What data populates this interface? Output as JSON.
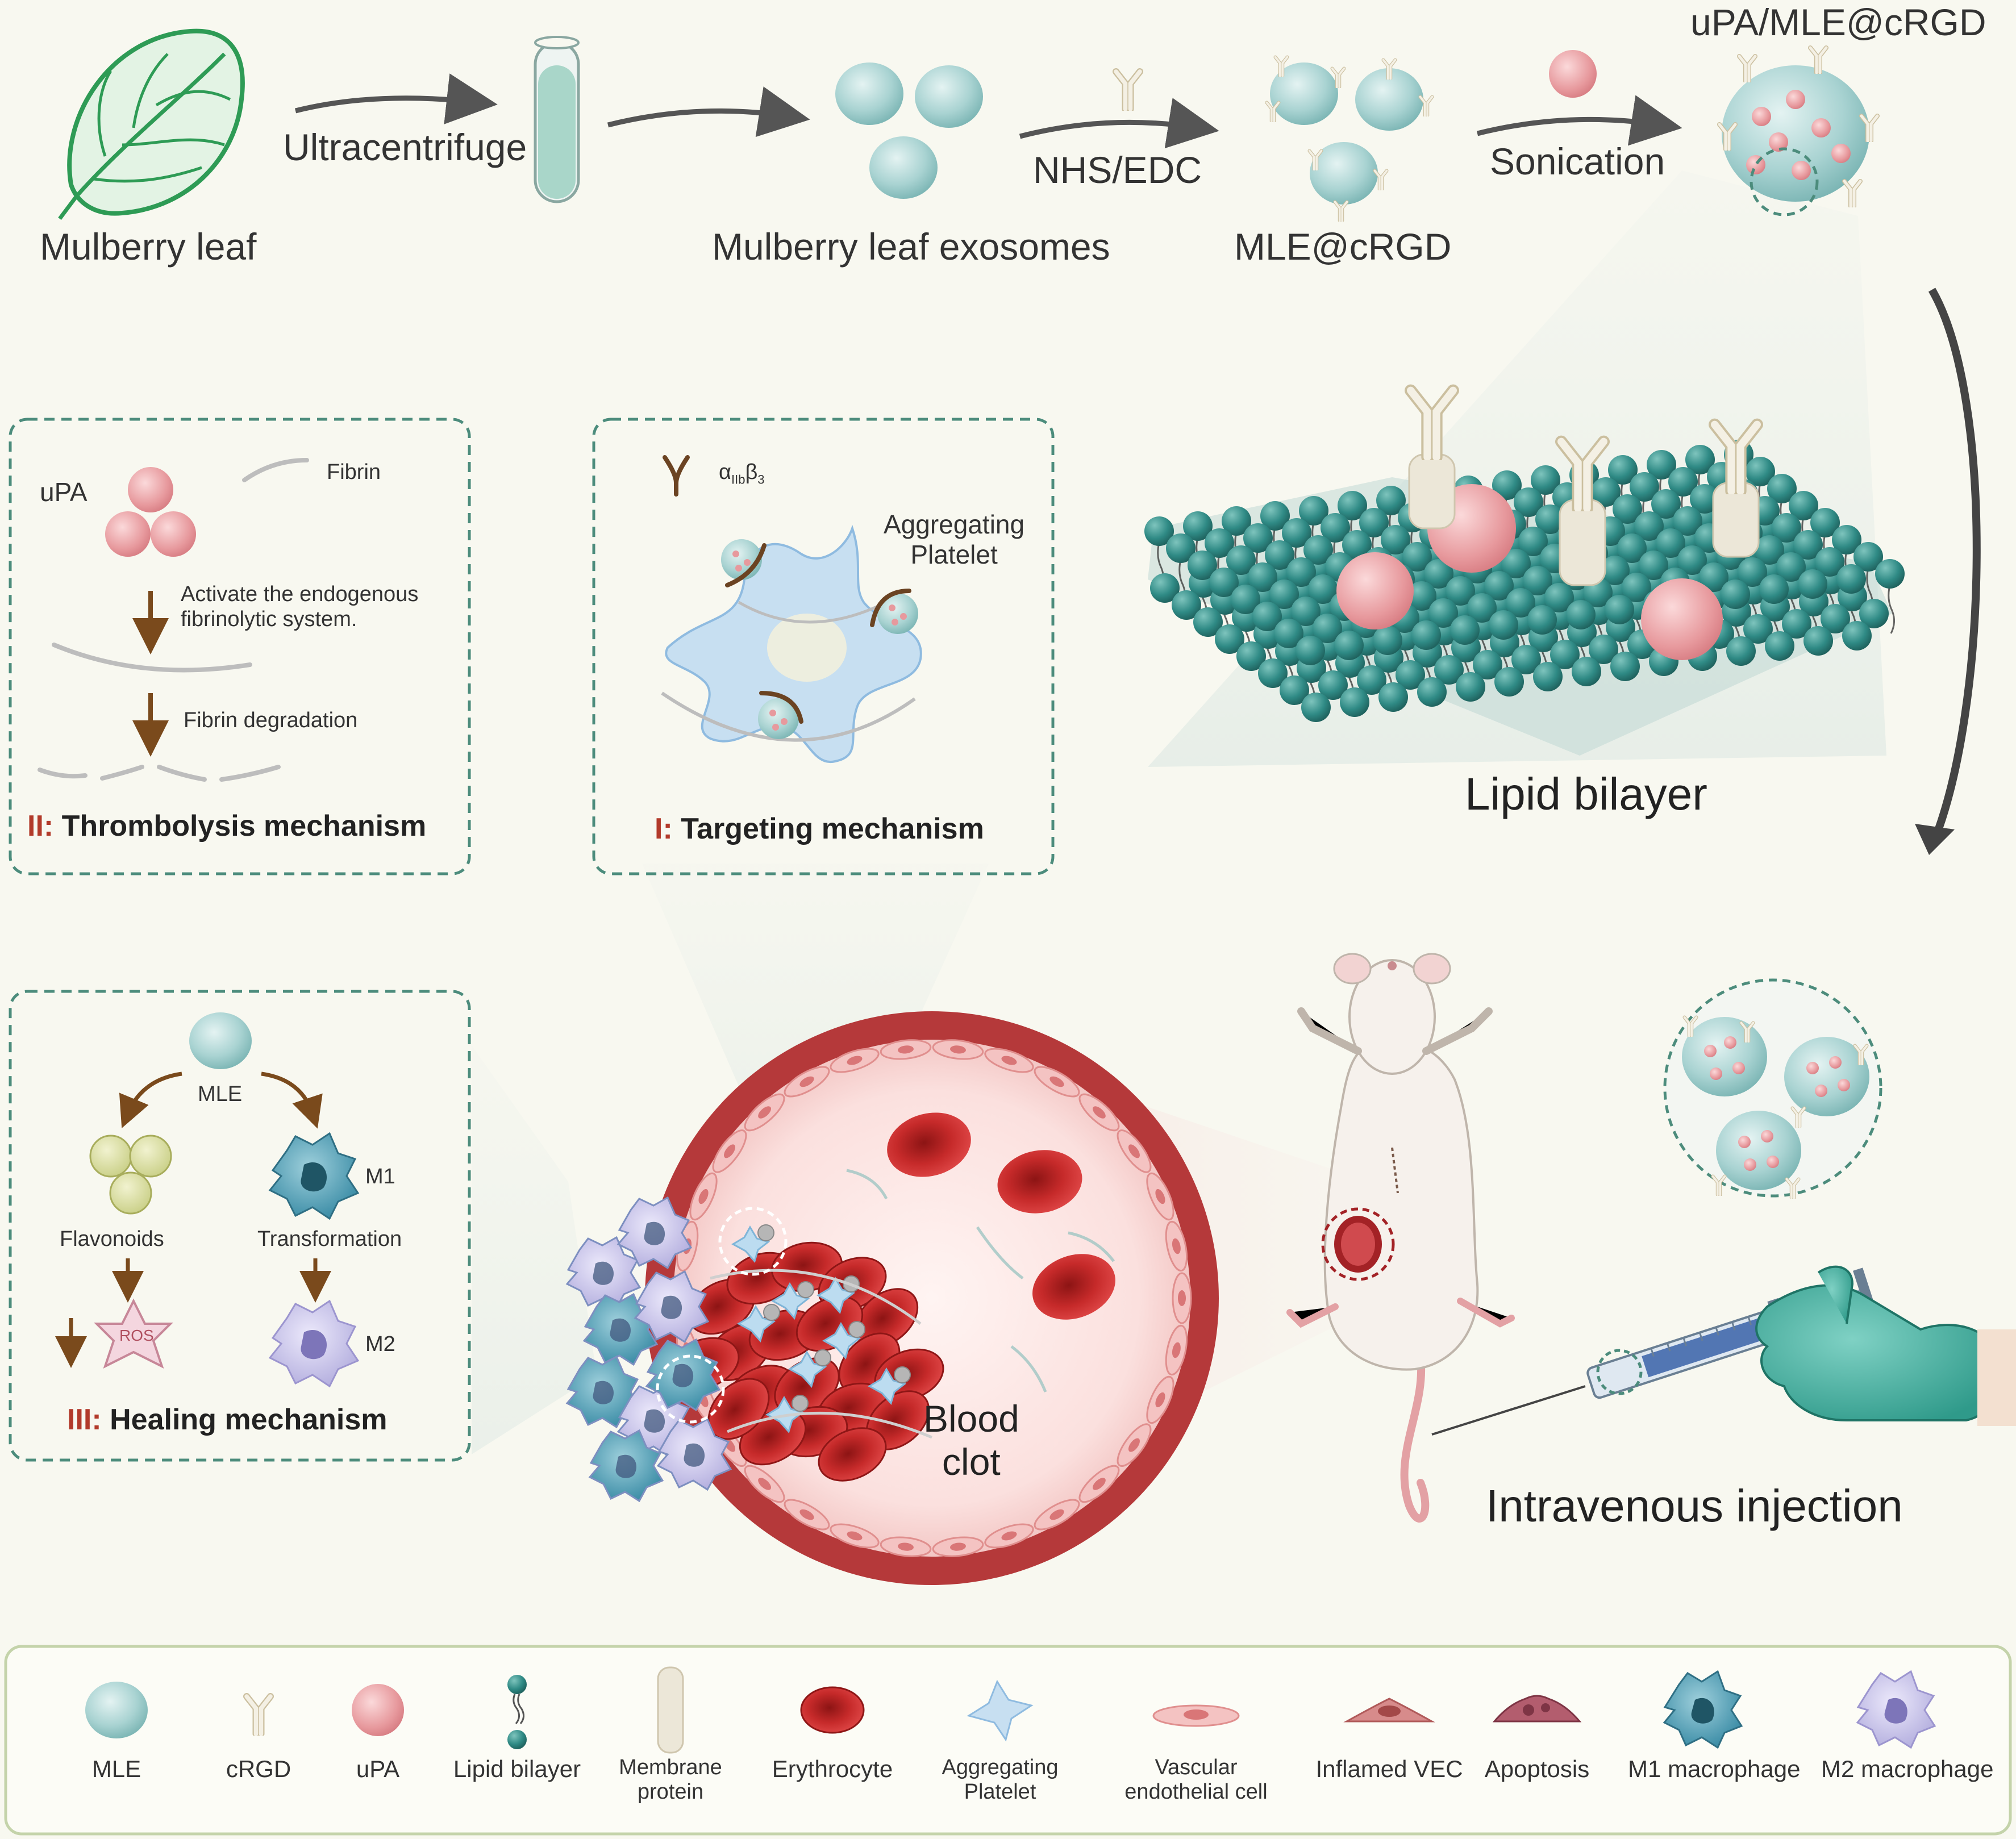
{
  "flow": {
    "mulberry_leaf": "Mulberry leaf",
    "ultracentrifuge": "Ultracentrifuge",
    "exosomes": "Mulberry leaf exosomes",
    "nhs_edc": "NHS/EDC",
    "mle_crgd": "MLE@cRGD",
    "sonication": "Sonication",
    "final_product": "uPA/MLE@cRGD",
    "lipid_bilayer": "Lipid bilayer",
    "intravenous_injection": "Intravenous injection",
    "blood_clot": "Blood\nclot"
  },
  "panel_thrombolysis": {
    "upa": "uPA",
    "fibrin": "Fibrin",
    "activate": "Activate the endogenous\nfibrinolytic system.",
    "degradation": "Fibrin degradation",
    "roman": "II:",
    "title": " Thrombolysis mechanism"
  },
  "panel_targeting": {
    "receptor_alpha": "α",
    "receptor_alpha_sub": "IIb",
    "receptor_beta": "β",
    "receptor_beta_sub": "3",
    "platelet": "Aggregating\nPlatelet",
    "roman": "I:",
    "title": " Targeting mechanism"
  },
  "panel_healing": {
    "mle": "MLE",
    "m1": "M1",
    "flavonoids": "Flavonoids",
    "transformation": "Transformation",
    "ros": "ROS",
    "m2": "M2",
    "roman": "III:",
    "title": " Healing mechanism"
  },
  "legend": [
    {
      "label": "MLE",
      "icon": "mle-icon"
    },
    {
      "label": "cRGD",
      "icon": "crgd-icon"
    },
    {
      "label": "uPA",
      "icon": "upa-icon"
    },
    {
      "label": "Lipid bilayer",
      "icon": "lipid-icon"
    },
    {
      "label": "Membrane\nprotein",
      "icon": "membrane-protein-icon"
    },
    {
      "label": "Erythrocyte",
      "icon": "erythrocyte-icon"
    },
    {
      "label": "Aggregating\nPlatelet",
      "icon": "platelet-icon"
    },
    {
      "label": "Vascular\nendothelial cell",
      "icon": "vec-icon"
    },
    {
      "label": "Inflamed VEC",
      "icon": "inflamed-vec-icon"
    },
    {
      "label": "Apoptosis",
      "icon": "apoptosis-icon"
    },
    {
      "label": "M1 macrophage",
      "icon": "m1-icon"
    },
    {
      "label": "M2 macrophage",
      "icon": "m2-icon"
    }
  ],
  "colors": {
    "mle": "#a9d3d2",
    "upa": "#e7999d",
    "lipid_head": "#2f8a85",
    "erythrocyte": "#c62a2a",
    "vessel": "#b5393a",
    "m1": "#3f8fa8",
    "m2": "#b7b2e0",
    "panel_border": "#4c8c7c",
    "arrow": "#555555",
    "brown_arrow": "#7a4a1c"
  }
}
